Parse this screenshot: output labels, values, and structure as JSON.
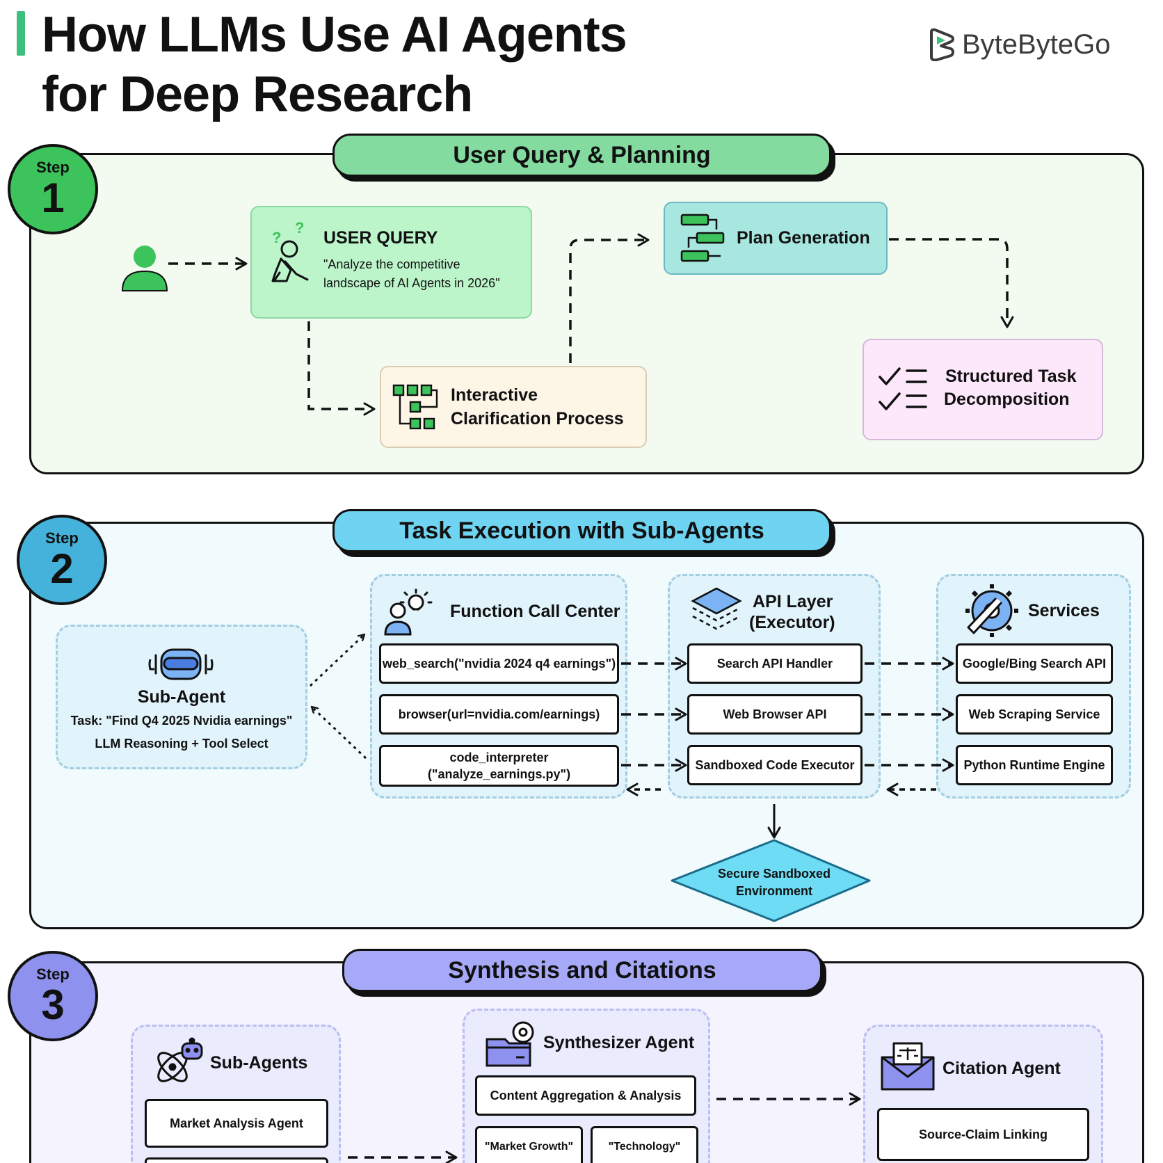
{
  "title": {
    "line1": "How LLMs Use AI Agents",
    "line2": "for Deep Research"
  },
  "brand": {
    "name": "ByteByteGo"
  },
  "steps": {
    "step_label": "Step",
    "one": "1",
    "two": "2",
    "three": "3"
  },
  "section1": {
    "banner": "User Query & Planning",
    "user_query": {
      "title": "USER QUERY",
      "text_line1": "\"Analyze the competitive",
      "text_line2": "landscape of AI Agents in 2026\""
    },
    "plan_generation": "Plan Generation",
    "clarification": {
      "line1": "Interactive",
      "line2": "Clarification Process"
    },
    "structured": {
      "line1": "Structured Task",
      "line2": "Decomposition"
    }
  },
  "section2": {
    "banner": "Task Execution with Sub-Agents",
    "sub_agent": {
      "title": "Sub-Agent",
      "task": "Task: \"Find Q4 2025 Nvidia earnings\"",
      "reasoning": "LLM Reasoning + Tool Select"
    },
    "function_call_center": {
      "title": "Function Call Center",
      "calls": [
        "web_search(\"nvidia 2024 q4 earnings\")",
        "browser(url=nvidia.com/earnings)"
      ],
      "code_line1": "code_interpreter",
      "code_line2": "(\"analyze_earnings.py\")"
    },
    "api_layer": {
      "title_line1": "API Layer",
      "title_line2": "(Executor)",
      "items": [
        "Search API Handler",
        "Web Browser API",
        "Sandboxed Code Executor"
      ]
    },
    "services": {
      "title": "Services",
      "items": [
        "Google/Bing Search API",
        "Web Scraping Service",
        "Python Runtime Engine"
      ]
    },
    "sandbox": {
      "line1": "Secure Sandboxed",
      "line2": "Environment"
    }
  },
  "section3": {
    "banner": "Synthesis and Citations",
    "sub_agents": {
      "title": "Sub-Agents",
      "items": [
        "Market Analysis Agent"
      ]
    },
    "synthesizer": {
      "title": "Synthesizer Agent",
      "content": "Content Aggregation & Analysis",
      "tags": [
        "\"Market Growth\"",
        "\"Technology\""
      ]
    },
    "citation": {
      "title": "Citation Agent",
      "item": "Source-Claim Linking"
    }
  },
  "colors": {
    "step1": "#3cc35c",
    "step2": "#44b2da",
    "step3": "#8e91ee",
    "banner1": "#84dba0",
    "banner2": "#6fd3f2",
    "banner3": "#a6a9f7",
    "brand": "#3dbf7e"
  }
}
